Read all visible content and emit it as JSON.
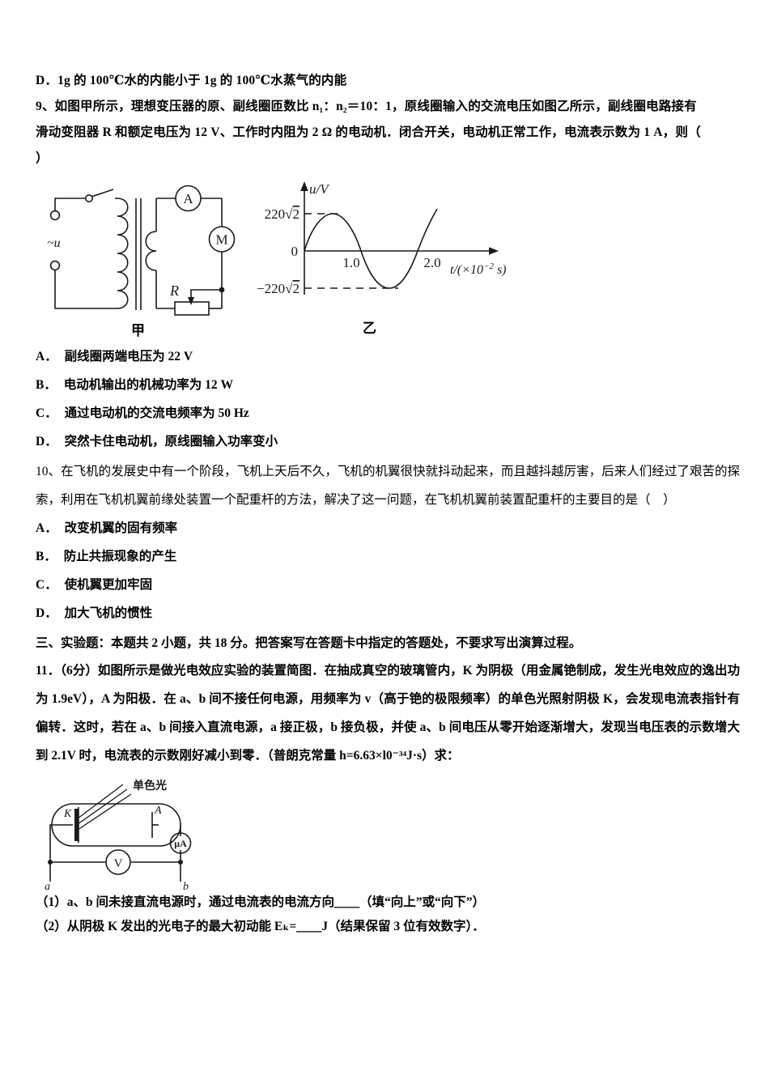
{
  "document": {
    "type": "physics-exam-page",
    "language": "zh-CN"
  },
  "prev_option_d": "D．1g 的 100℃水的内能小于 1g 的 100℃水蒸气的内能",
  "question9": {
    "stem_line1": "9、如图甲所示，理想变压器的原、副线圈匝数比 n₁：n₂＝10：1，原线圈输入的交流电压如图乙所示，副线圈电路接有",
    "stem_line2": "滑动变阻器 R 和额定电压为 12 V、工作时内阻为 2 Ω 的电动机．闭合开关，电动机正常工作，电流表示数为 1 A，则（",
    "stem_line3": "）",
    "options": [
      {
        "label": "A．",
        "text": "副线圈两端电压为 22 V"
      },
      {
        "label": "B．",
        "text": "电动机输出的机械功率为 12 W"
      },
      {
        "label": "C．",
        "text": "通过电动机的交流电频率为 50 Hz"
      },
      {
        "label": "D．",
        "text": "突然卡住电动机，原线圈输入功率变小"
      }
    ],
    "figure_transformer": {
      "caption": "甲",
      "source_label": "~u",
      "ammeter_label": "A",
      "motor_label": "M",
      "rheostat_label": "R"
    },
    "figure_graph": {
      "caption": "乙",
      "y_axis_label": "u/V",
      "x_axis_label": "t/(×10⁻² s)",
      "y_tick_positive": "220√2",
      "y_tick_zero": "0",
      "y_tick_negative": "−220√2",
      "x_tick_1": "1.0",
      "x_tick_2": "2.0"
    }
  },
  "chart_data": {
    "type": "line",
    "title": "乙",
    "xlabel": "t/(×10^-2 s)",
    "ylabel": "u/V",
    "xlim": [
      0,
      2.6
    ],
    "ylim": [
      -311,
      311
    ],
    "yticks": [
      -311,
      0,
      311
    ],
    "ytick_labels": [
      "−220√2",
      "0",
      "220√2"
    ],
    "xticks": [
      1.0,
      2.0
    ],
    "xtick_labels": [
      "1.0",
      "2.0"
    ],
    "grid": false,
    "legend": null,
    "series": [
      {
        "name": "u(t)",
        "description": "Sine wave, amplitude 220√2 V ≈ 311 V, period 2.0×10^-2 s, frequency 50 Hz",
        "amplitude": 311,
        "period": 2.0,
        "frequency_hz": 50,
        "x": [
          0.0,
          0.25,
          0.5,
          0.75,
          1.0,
          1.25,
          1.5,
          1.75,
          2.0,
          2.15,
          2.3
        ],
        "y": [
          0,
          220,
          311,
          220,
          0,
          -220,
          -311,
          -220,
          0,
          220,
          311
        ]
      }
    ]
  },
  "question10": {
    "stem": "10、在飞机的发展史中有一个阶段，飞机上天后不久，飞机的机翼很快就抖动起来，而且越抖越厉害，后来人们经过了艰苦的探索，利用在飞机机翼前缘处装置一个配重杆的方法，解决了这一问题，在飞机机翼前装置配重杆的主要目的是（　）",
    "options": [
      {
        "label": "A．",
        "text": "改变机翼的固有频率"
      },
      {
        "label": "B．",
        "text": "防止共振现象的产生"
      },
      {
        "label": "C．",
        "text": "使机翼更加牢固"
      },
      {
        "label": "D．",
        "text": "加大飞机的惯性"
      }
    ]
  },
  "section3": {
    "heading": "三、实验题：本题共 2 小题，共 18 分。把答案写在答题卡中指定的答题处，不要求写出演算过程。"
  },
  "question11": {
    "stem": "11．（6分）如图所示是做光电效应实验的装置简图．在抽成真空的玻璃管内，K 为阴极（用金属铯制成，发生光电效应的逸出功为 1.9eV），A 为阳极．在 a、b 间不接任何电源，用频率为 v（高于铯的极限频率）的单色光照射阴极 K，会发现电流表指针有偏转．这时，若在 a、b 间接入直流电源，a 接正极，b 接负极，并使 a、b 间电压从零开始逐渐增大，发现当电压表的示数增大到 2.1V 时，电流表的示数刚好减小到零．（普朗克常量 h=6.63×l0⁻³⁴J·s）求：",
    "figure_photocell": {
      "light_label": "单色光",
      "cathode_label": "K",
      "anode_label": "A",
      "microammeter_label": "μA",
      "voltmeter_label": "V",
      "terminal_a": "a",
      "terminal_b": "b"
    },
    "sub_questions": [
      "（1）a、b 间未接直流电源时，通过电流表的电流方向＿＿（填“向上”或“向下”）",
      "（2）从阴极 K 发出的光电子的最大初动能 Eₖ=＿＿J（结果保留 3 位有效数字）．"
    ]
  }
}
